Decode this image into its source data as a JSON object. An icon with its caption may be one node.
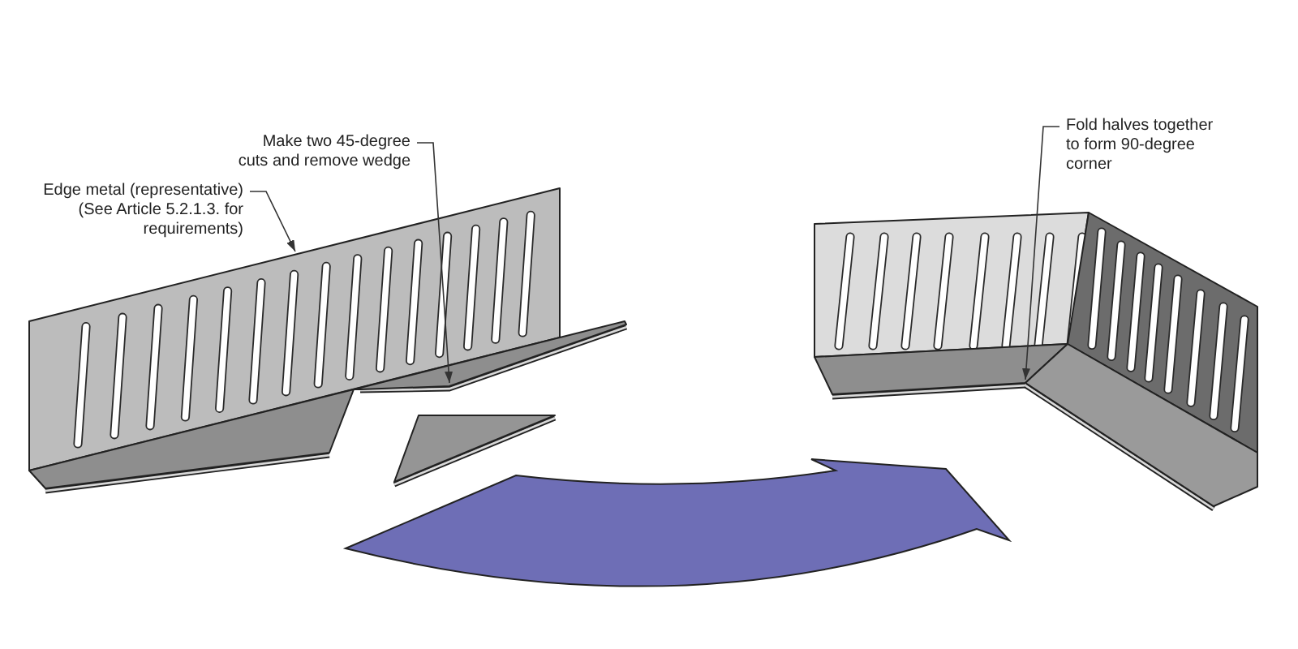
{
  "diagram": {
    "nodes": [
      {
        "text": [
          "Edge metal (representative)",
          "(See Article 5.2.1.3. for requirements)"
        ]
      },
      {
        "text": [],
        "shape": "picture"
      },
      {
        "text": [
          "Make two 45-degree cuts and remove wedge"
        ]
      },
      {
        "text": [
          "Fold halves together to form 90-degree corner"
        ]
      },
      {
        "text": [],
        "shape": "picture"
      }
    ],
    "edges": [
      {
        "from": 0,
        "to": 1,
        "arrow": "to"
      },
      {
        "from": 2,
        "to": 1,
        "arrow": "to"
      },
      {
        "from": 3,
        "to": 4,
        "arrow": "to"
      },
      {
        "from": 1,
        "to": 4,
        "arrow": "to",
        "style": "thick",
        "color": "#6e6eb6"
      }
    ]
  }
}
